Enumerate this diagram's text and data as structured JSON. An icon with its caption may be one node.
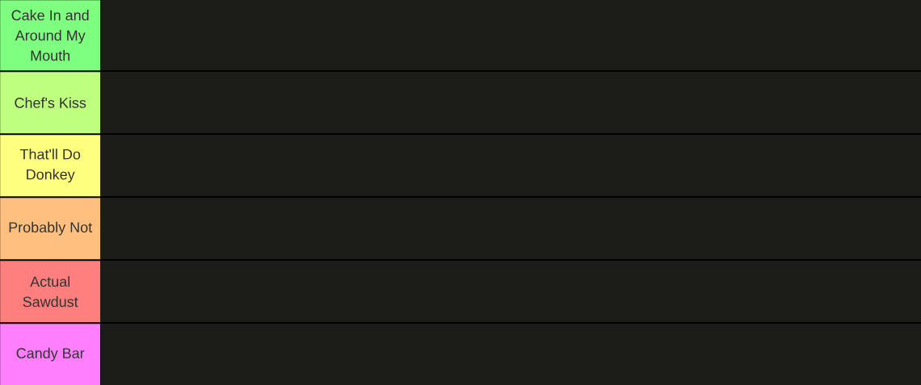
{
  "diagram": {
    "nodes": [
      {
        "text": [
          "Cake In and Around My Mouth"
        ]
      },
      {
        "text": [
          "Chef's Kiss"
        ]
      },
      {
        "text": [
          "That'll Do Donkey"
        ]
      },
      {
        "text": [
          "Probably Not"
        ]
      },
      {
        "text": [
          "Actual Sawdust"
        ]
      },
      {
        "text": [
          "Candy Bar"
        ]
      }
    ]
  }
}
